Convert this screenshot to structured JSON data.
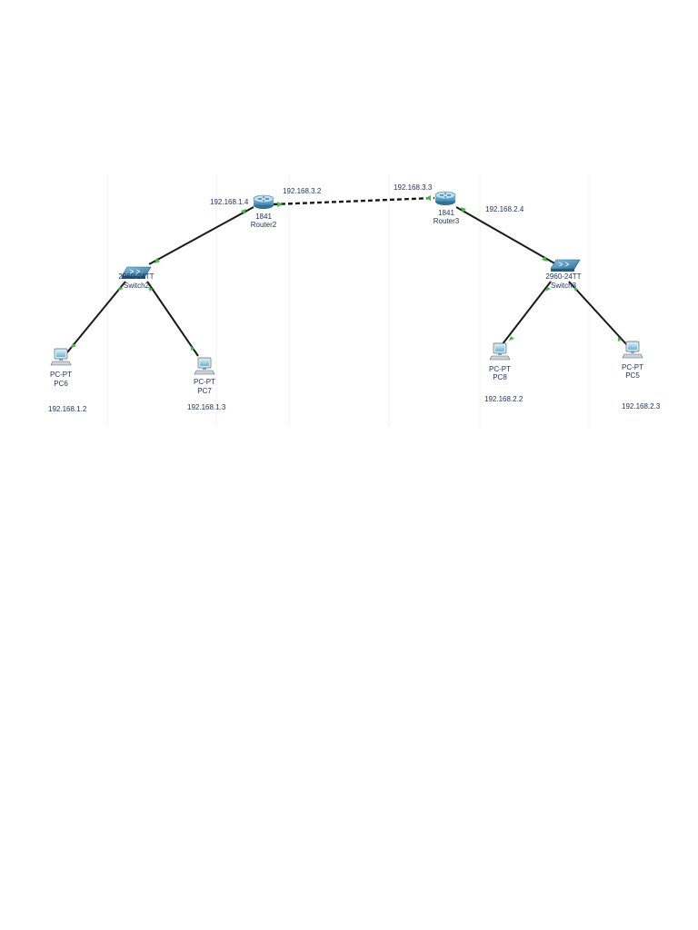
{
  "devices": {
    "router2": {
      "model": "1841",
      "name": "Router2",
      "icon": "router-icon"
    },
    "router3": {
      "model": "1841",
      "name": "Router3",
      "icon": "router-icon"
    },
    "switch2": {
      "model": "2960-24TT",
      "name": "Switch2",
      "icon": "switch-icon"
    },
    "switch3": {
      "model": "2960-24TT",
      "name": "Switch3",
      "icon": "switch-icon"
    },
    "pc6": {
      "model": "PC-PT",
      "name": "PC6",
      "icon": "pc-icon"
    },
    "pc7": {
      "model": "PC-PT",
      "name": "PC7",
      "icon": "pc-icon"
    },
    "pc8": {
      "model": "PC-PT",
      "name": "PC8",
      "icon": "pc-icon"
    },
    "pc5": {
      "model": "PC-PT",
      "name": "PC5",
      "icon": "pc-icon"
    }
  },
  "addresses": {
    "router2_lan": "192.168.1.4",
    "router2_wan": "192.168.3.2",
    "router3_wan": "192.168.3.3",
    "router3_lan": "192.168.2.4",
    "pc6": "192.168.1.2",
    "pc7": "192.168.1.3",
    "pc8": "192.168.2.2",
    "pc5": "192.168.2.3"
  },
  "links": [
    {
      "from": "router2",
      "to": "router3",
      "style": "dashed"
    },
    {
      "from": "router2",
      "to": "switch2",
      "style": "solid"
    },
    {
      "from": "router3",
      "to": "switch3",
      "style": "solid"
    },
    {
      "from": "switch2",
      "to": "pc6",
      "style": "solid"
    },
    {
      "from": "switch2",
      "to": "pc7",
      "style": "solid"
    },
    {
      "from": "switch3",
      "to": "pc8",
      "style": "solid"
    },
    {
      "from": "switch3",
      "to": "pc5",
      "style": "solid"
    }
  ],
  "colors": {
    "link": "#1a1a1a",
    "port": "#3fbf3f",
    "label": "#1f2f5a",
    "device": "#4a90b8"
  }
}
